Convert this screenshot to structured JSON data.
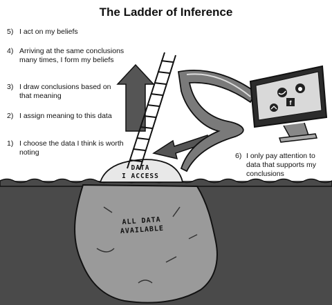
{
  "title": "The Ladder of Inference",
  "steps": [
    {
      "num": "5)",
      "text": "I act on my beliefs"
    },
    {
      "num": "4)",
      "text": "Arriving at the same conclusions many times, I form my beliefs"
    },
    {
      "num": "3)",
      "text": "I draw conclusions based on that meaning"
    },
    {
      "num": "2)",
      "text": "I assign meaning to this data"
    },
    {
      "num": "1)",
      "text": "I choose the data I think is worth noting"
    }
  ],
  "callout": {
    "num": "6)",
    "text": "I only pay attention to data that supports my conclusions"
  },
  "labels": {
    "data_line1": "DATA",
    "data_line2": "I ACCESS",
    "all_line1": "ALL DATA",
    "all_line2": "AVAILABLE"
  },
  "icons": [
    "twitter-icon",
    "reddit-icon",
    "share-icon",
    "facebook-icon"
  ],
  "colors": {
    "water": "#4a4a4a",
    "rock": "#9a9a9a",
    "ice": "#e8e8e8",
    "arrow": "#555555"
  }
}
